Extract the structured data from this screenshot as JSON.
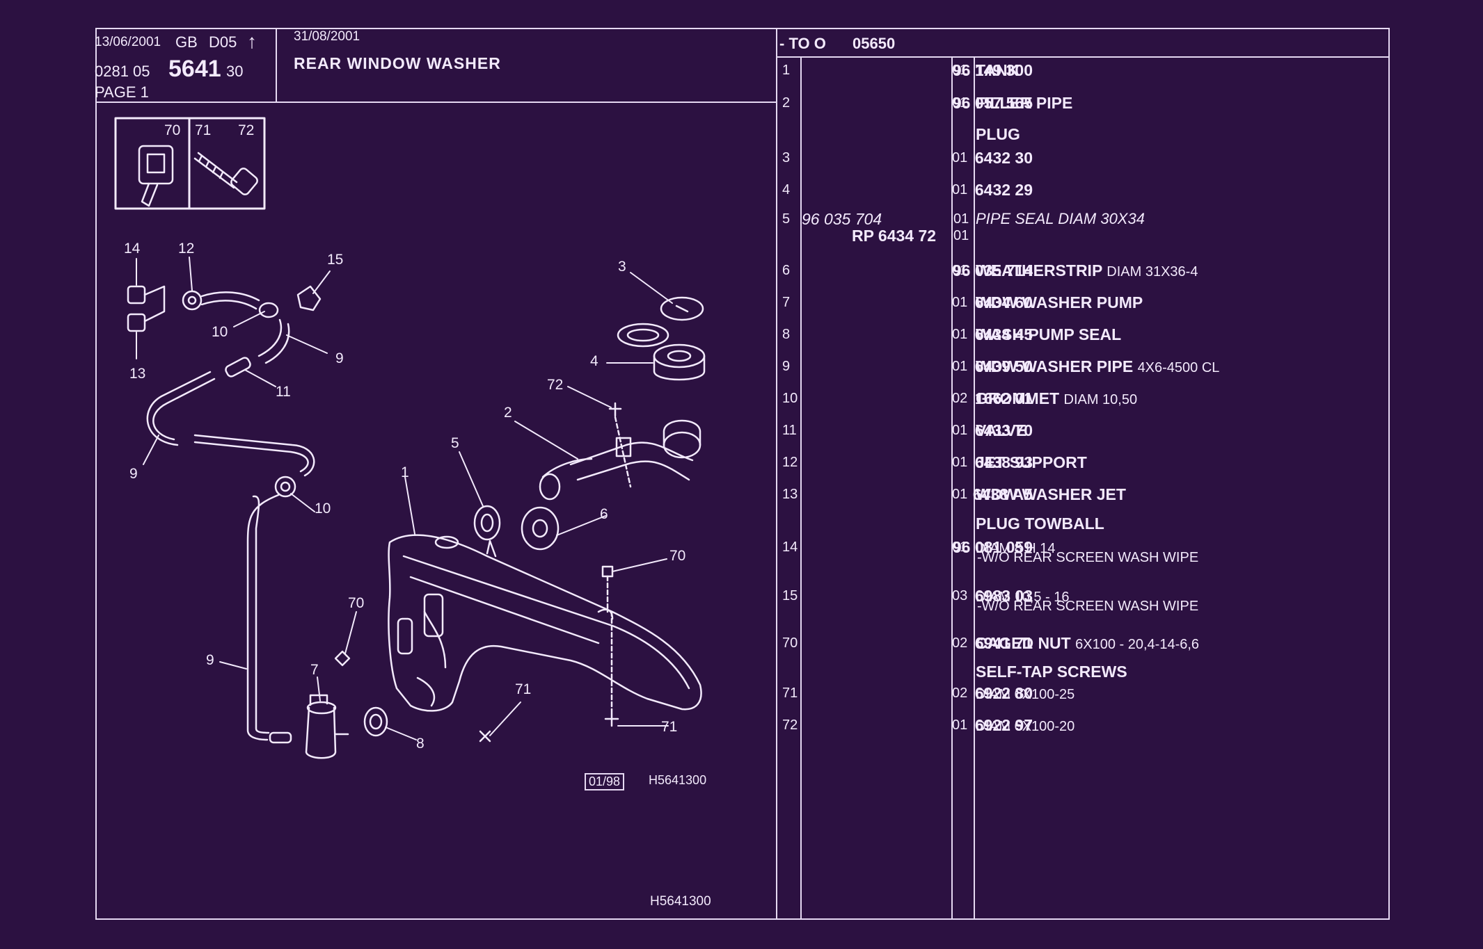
{
  "header": {
    "date1": "13/06/2001",
    "lang": "GB",
    "code": "D05",
    "arrow": "↑",
    "ref_prefix": "0281 05",
    "ref_main": "5641",
    "ref_suffix": "30",
    "page": "PAGE 1",
    "date2": "31/08/2001",
    "title": "REAR WINDOW WASHER",
    "range": "- TO O",
    "range_code": "05650"
  },
  "parts": [
    {
      "num": "1",
      "pno": "96 149 300",
      "qty": "01",
      "desc": "TANK",
      "extra": ""
    },
    {
      "num": "2",
      "pno": "96 057 565",
      "qty": "01",
      "desc": "FILLER PIPE",
      "extra": ""
    },
    {
      "num": "3",
      "pno": "6432 30",
      "qty": "01",
      "desc": "",
      "extra": ""
    },
    {
      "num": "4",
      "pno": "6432 29",
      "qty": "01",
      "desc": "",
      "extra": ""
    },
    {
      "num": "6",
      "pno": "96 035 714",
      "qty": "01",
      "desc": "WEATHERSTRIP",
      "extra": "DIAM 31X36-4"
    },
    {
      "num": "7",
      "pno": "6434 60",
      "qty": "01",
      "desc": "WDW WASHER PUMP",
      "extra": ""
    },
    {
      "num": "8",
      "pno": "6434 45",
      "qty": "01",
      "desc": "WASH PUMP SEAL",
      "extra": ""
    },
    {
      "num": "9",
      "pno": "6439 50",
      "qty": "01",
      "desc": "WDW WASHER PIPE",
      "extra": "4X6-4500 CL"
    },
    {
      "num": "10",
      "pno": "1662 01",
      "qty": "02",
      "desc": "GROMMET",
      "extra": "DIAM 10,50"
    },
    {
      "num": "11",
      "pno": "6433 70",
      "qty": "01",
      "desc": "VALVE",
      "extra": ""
    },
    {
      "num": "12",
      "pno": "6438 93",
      "qty": "01",
      "desc": "JET SUPPORT",
      "extra": ""
    },
    {
      "num": "13",
      "pno": "6438 A5",
      "qty": "01",
      "desc": "WDW WASHER JET",
      "extra": ""
    },
    {
      "num": "14",
      "pno": "96 081 059",
      "qty": "01",
      "desc": "",
      "extra": "DIAM 8 H 14"
    },
    {
      "num": "15",
      "pno": "6983 03",
      "qty": "03",
      "desc": "",
      "extra": "DIAM 10,5 - 16"
    },
    {
      "num": "70",
      "pno": "6941 71",
      "qty": "02",
      "desc": "CAGED NUT",
      "extra": "6X100 - 20,4-14-6,6"
    },
    {
      "num": "71",
      "pno": "6922 80",
      "qty": "02",
      "desc": "",
      "extra": "DIAM 6X100-25"
    },
    {
      "num": "72",
      "pno": "6922 97",
      "qty": "01",
      "desc": "",
      "extra": "DIAM 6X100-20"
    }
  ],
  "row5": {
    "num": "5",
    "pno_a": "96 035 704",
    "qty_a": "01",
    "desc": "PIPE SEAL DIAM 30X34",
    "pno_b": "RP  6434 72",
    "qty_b": "01"
  },
  "group_heads": {
    "plug": "PLUG",
    "plug_towball": "PLUG TOWBALL",
    "self_tap": "SELF-TAP SCREWS"
  },
  "notes": {
    "wo_rear_1": "-W/O REAR SCREEN WASH WIPE",
    "wo_rear_2": "-W/O REAR SCREEN WASH WIPE"
  },
  "diagram": {
    "inset_labels": [
      "70",
      "71",
      "72"
    ],
    "callouts": [
      "14",
      "12",
      "15",
      "10",
      "9",
      "13",
      "11",
      "9",
      "10",
      "9",
      "7",
      "70",
      "8",
      "71",
      "70",
      "1",
      "5",
      "6",
      "2",
      "72",
      "4",
      "3",
      "71"
    ],
    "version_box": "01/98",
    "code_small": "H5641300",
    "code_footer": "H5641300"
  }
}
